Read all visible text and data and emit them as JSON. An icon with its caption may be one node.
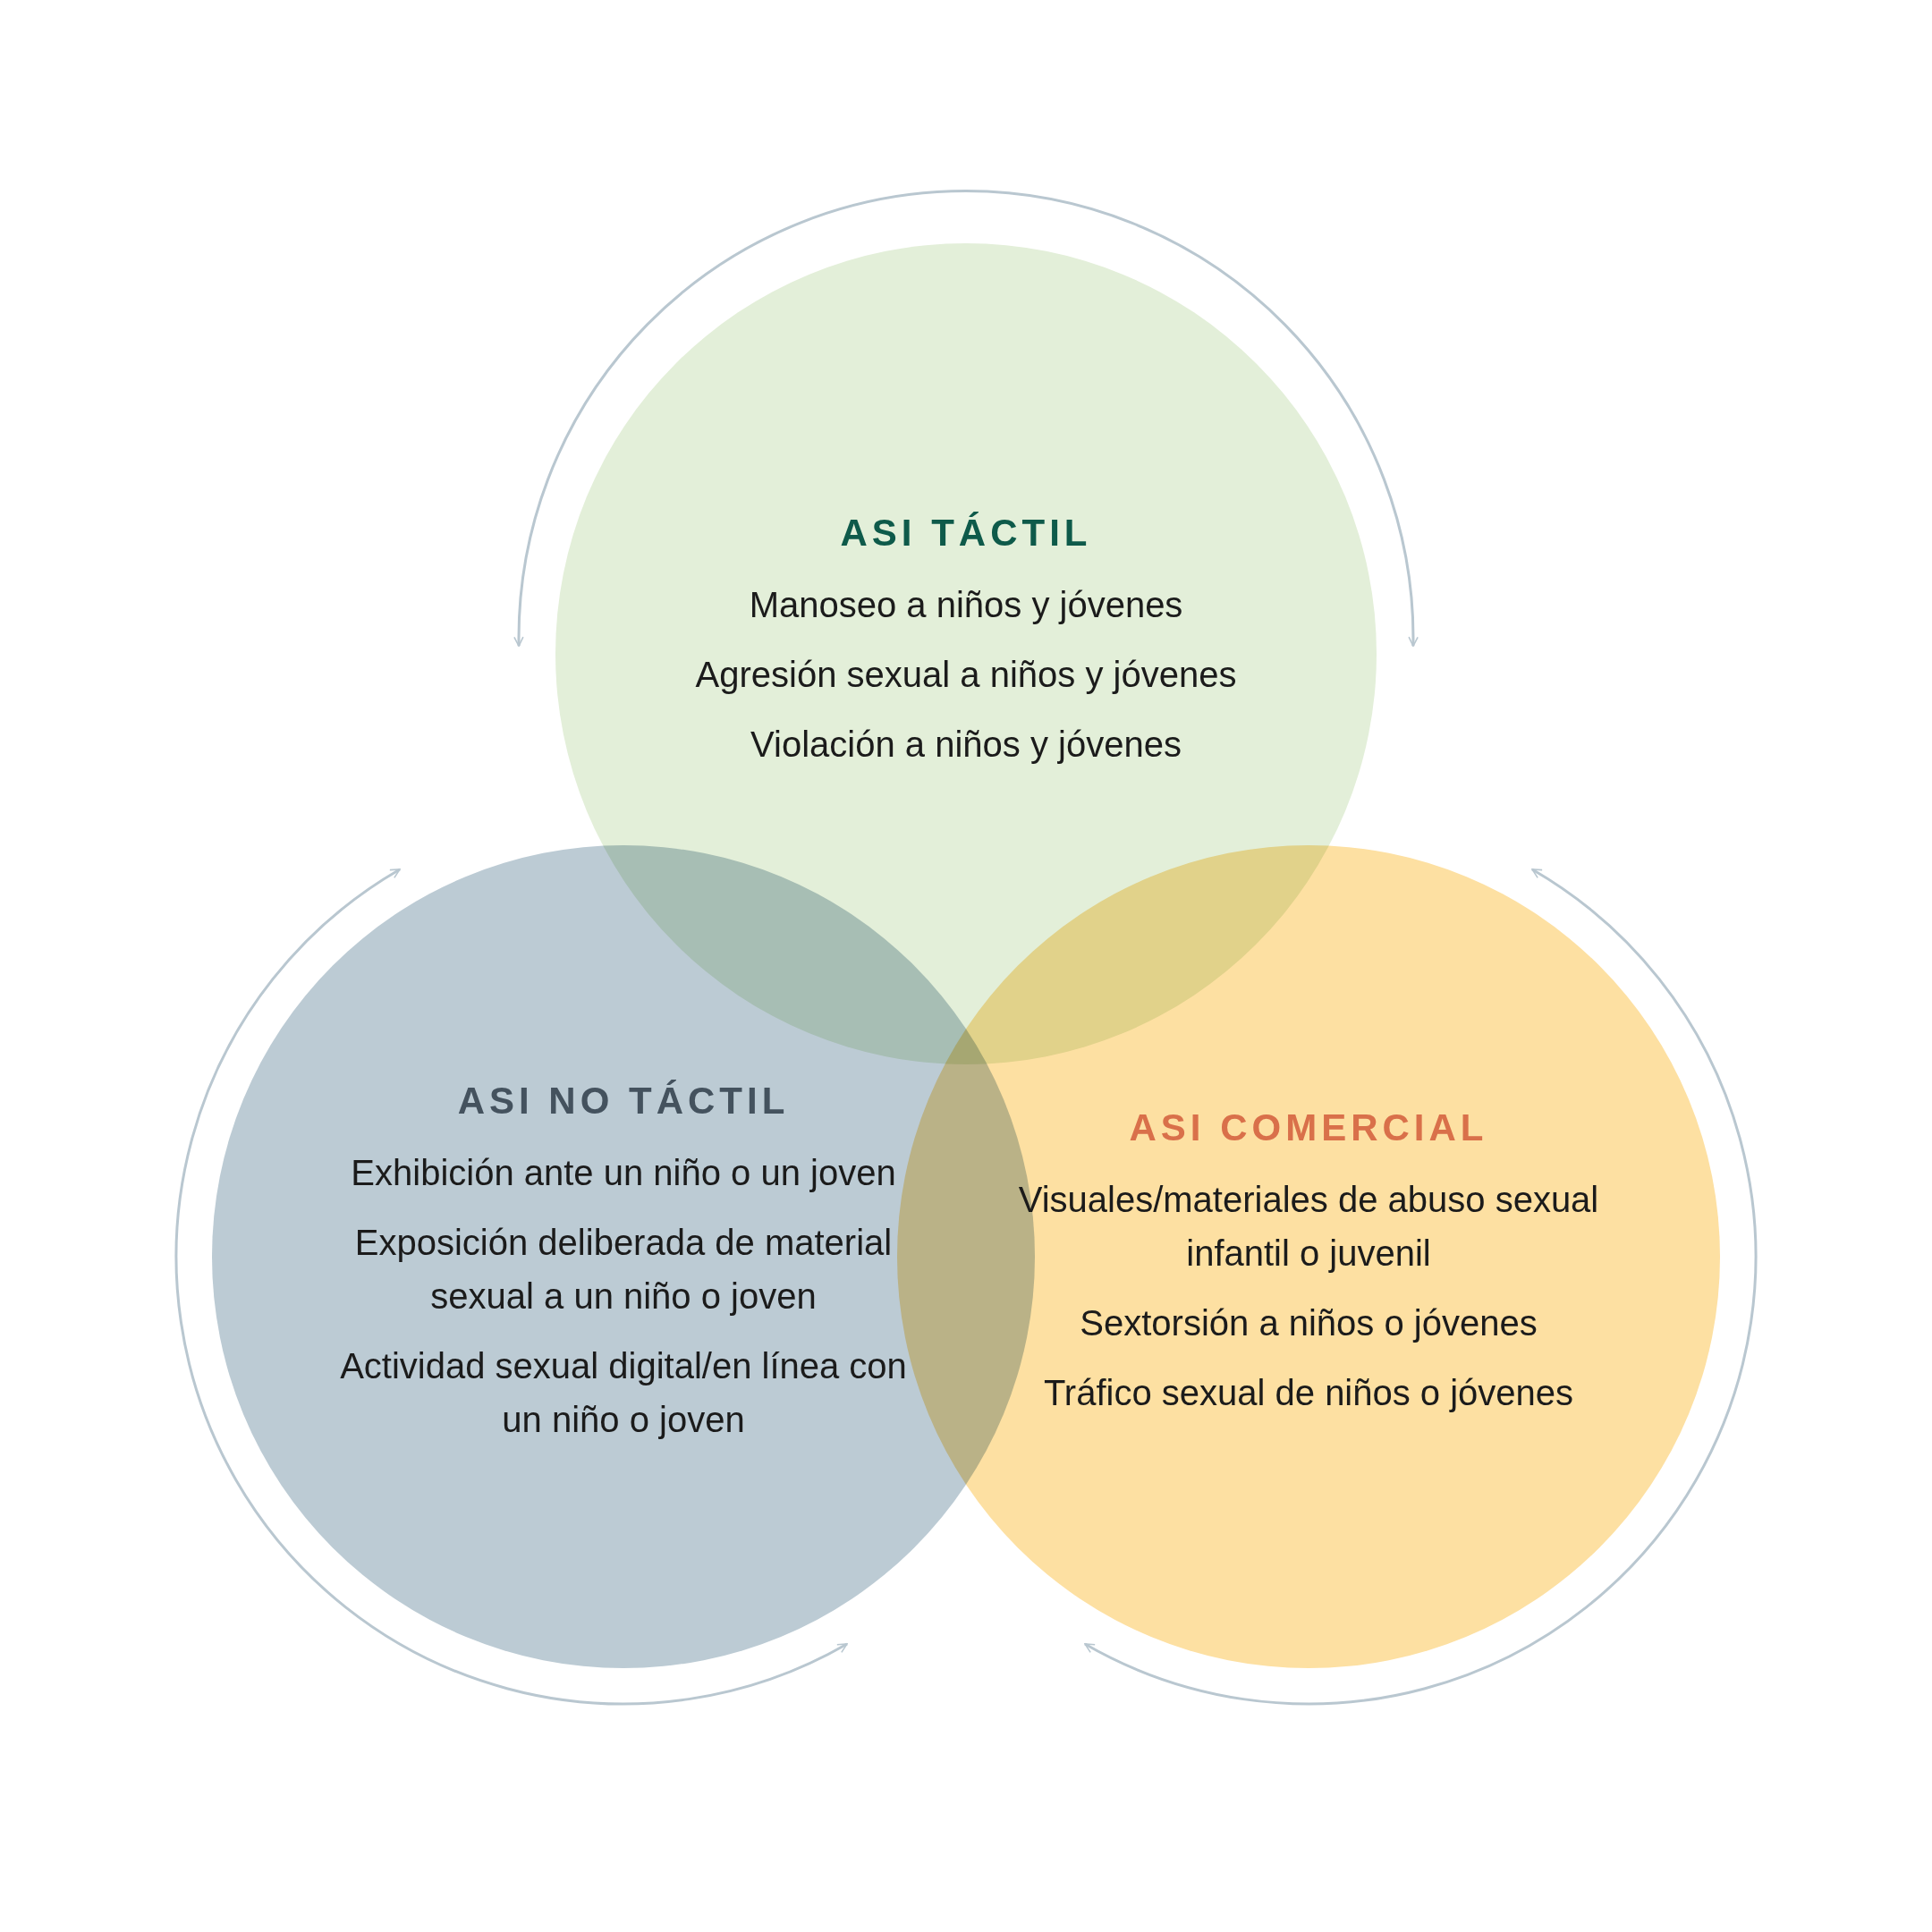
{
  "diagram": {
    "nodes": [
      {
        "text": [
          "ASI TÁCTIL",
          "Manoseo a niños y jóvenes",
          "Agresión sexual a niños y jóvenes",
          "Violación a niños y jóvenes"
        ]
      },
      {
        "text": [
          "ASI NO TÁCTIL",
          "Exhibición ante un niño o un joven",
          "Exposición deliberada de material sexual a un niño o joven",
          "Actividad sexual digital/en línea con un niño o joven"
        ]
      },
      {
        "text": [
          "ASI COMERCIAL",
          "Visuales/materiales de abuso sexual infantil o juvenil",
          "Sextorsión a niños o jóvenes",
          "Tráfico sexual de niños o jóvenes"
        ]
      }
    ]
  }
}
